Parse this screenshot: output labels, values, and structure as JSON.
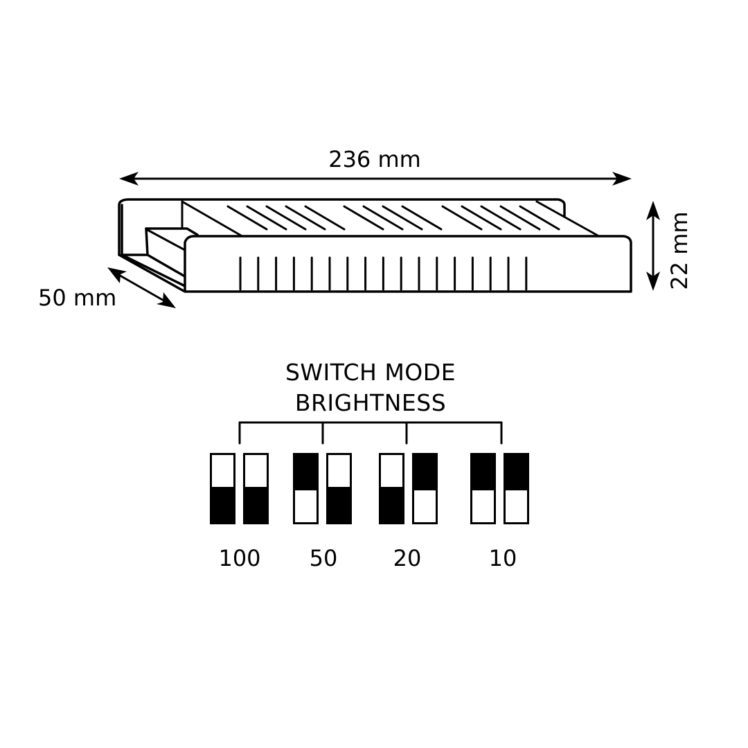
{
  "dimensions": {
    "width_label": "236 mm",
    "depth_label": "50 mm",
    "height_label": "22 mm"
  },
  "switch_panel": {
    "title_line1": "SWITCH MODE",
    "title_line2": "BRIGHTNESS",
    "positions": [
      {
        "label": "100",
        "switches": [
          "down",
          "down"
        ]
      },
      {
        "label": "50",
        "switches": [
          "up",
          "down"
        ]
      },
      {
        "label": "20",
        "switches": [
          "down",
          "up"
        ]
      },
      {
        "label": "10",
        "switches": [
          "up",
          "up"
        ]
      }
    ]
  },
  "colors": {
    "ink": "#000000",
    "background": "#ffffff"
  }
}
